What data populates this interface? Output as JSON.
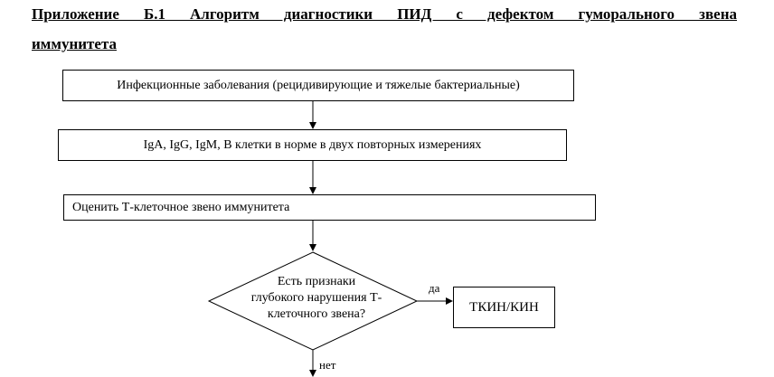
{
  "heading": {
    "line1": "Приложение Б.1 Алгоритм диагностики ПИД с дефектом гуморального звена",
    "line2": "иммунитета"
  },
  "flowchart": {
    "step1": "Инфекционные заболевания (рецидивирующие и тяжелые бактериальные)",
    "step2": "IgA, IgG, IgM, B клетки в норме в двух повторных измерениях",
    "step3": "Оценить Т-клеточное звено иммунитета",
    "decision": {
      "line1": "Есть признаки",
      "line2": "глубокого нарушения Т-",
      "line3": "клеточного звена?"
    },
    "yes_label": "да",
    "yes_result": "ТКИН/КИН",
    "no_label": "нет"
  }
}
